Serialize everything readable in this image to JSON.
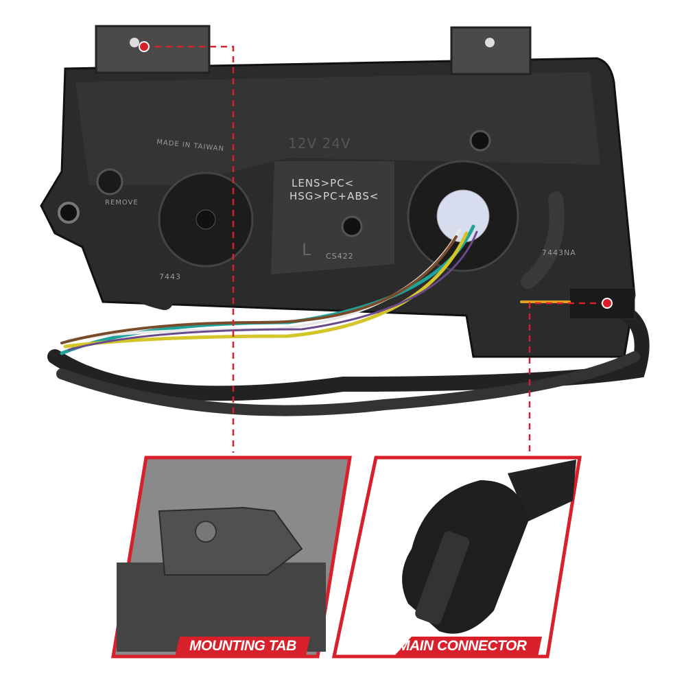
{
  "product_photo": {
    "molded_text": {
      "made_in": "MADE IN TAIWAN",
      "voltage": "12V 24V",
      "lens": "LENS>PC<",
      "housing": "HSG>PC+ABS<",
      "remove": "REMOVE",
      "side": "L",
      "code": "CS422",
      "bulb_left": "7443",
      "bulb_right": "7443NA"
    }
  },
  "callouts": [
    {
      "label": "MOUNTING TAB"
    },
    {
      "label": "MAIN CONNECTOR"
    }
  ],
  "colors": {
    "accent": "#d7202a",
    "housing": "#2a2a2a"
  }
}
